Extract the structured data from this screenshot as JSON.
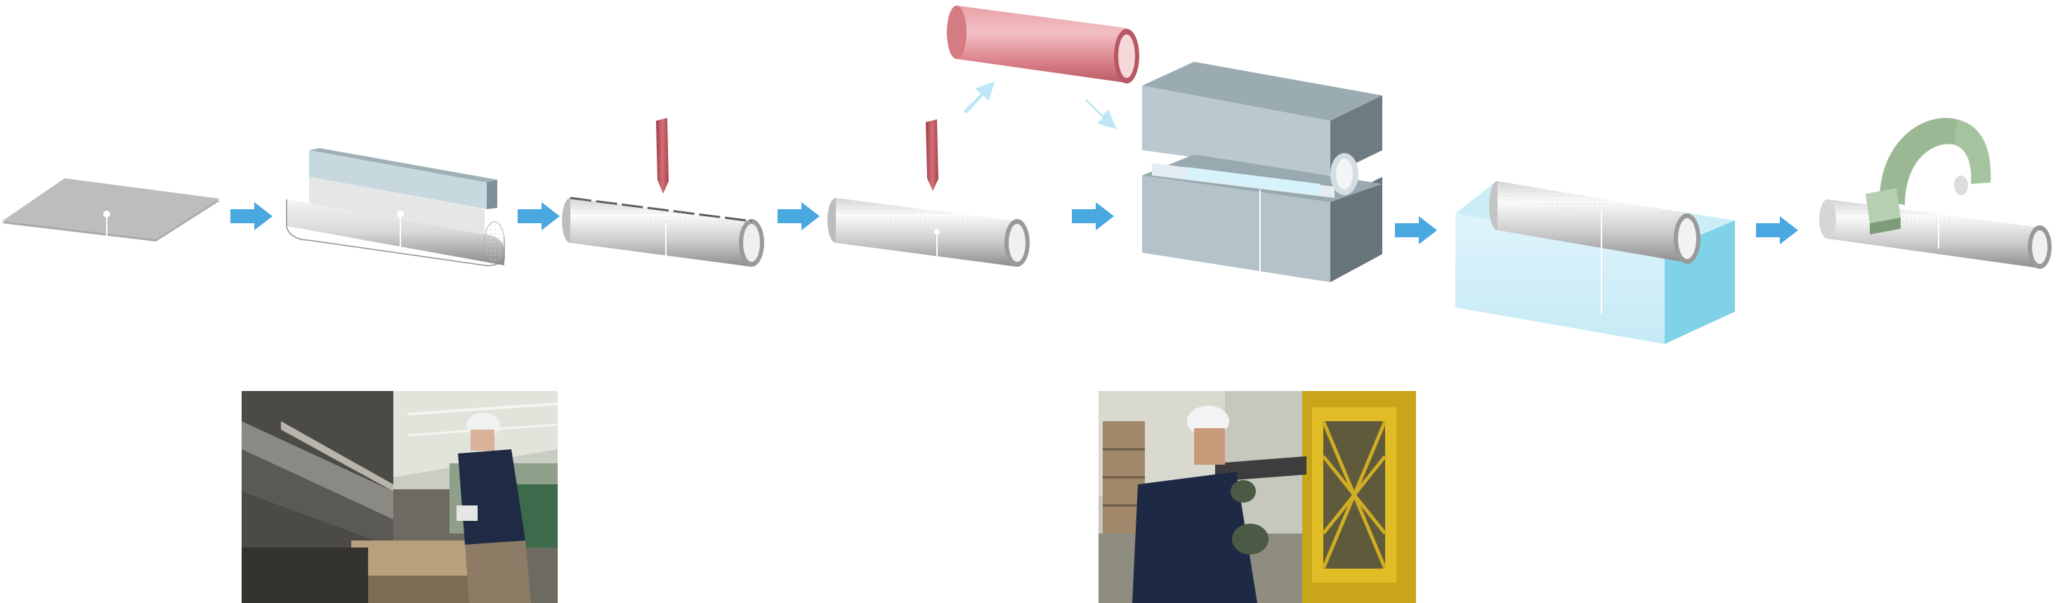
{
  "diagram": {
    "stages": [
      {
        "id": "flat-sheet",
        "icon": "flat-steel-sheet-icon"
      },
      {
        "id": "press-bending",
        "icon": "press-brake-bending-icon"
      },
      {
        "id": "open-seam-welding",
        "icon": "seam-welding-torch-icon"
      },
      {
        "id": "closed-pipe-welding",
        "icon": "seam-welding-torch-icon"
      },
      {
        "id": "die-forming",
        "icon": "forming-die-block-icon"
      },
      {
        "id": "immersion-treatment",
        "icon": "pipe-in-tank-icon"
      },
      {
        "id": "pipe-bending",
        "icon": "pipe-bending-machine-icon"
      }
    ],
    "branch_part": {
      "icon": "red-pipe-icon"
    },
    "colors": {
      "arrow": "#4aa8e0",
      "arrow_light": "#bfe6f7",
      "sheet": "#b0b0b0",
      "pipe_highlight": "#fafafa",
      "pipe_shadow": "#8e8e8e",
      "die_block": "#aebdc4",
      "die_block_dark": "#6f7d84",
      "tank": "#cdeef8",
      "tank_side": "#7fd2e8",
      "torch": "#c05a62",
      "red_pipe": "#e58a92",
      "bender": "#a6c3a0"
    }
  },
  "photos": [
    {
      "id": "press-brake-operator",
      "subject": "worker-operating-press-brake"
    },
    {
      "id": "pipe-handling-operator",
      "subject": "worker-handling-pipe-with-yellow-machine"
    }
  ]
}
